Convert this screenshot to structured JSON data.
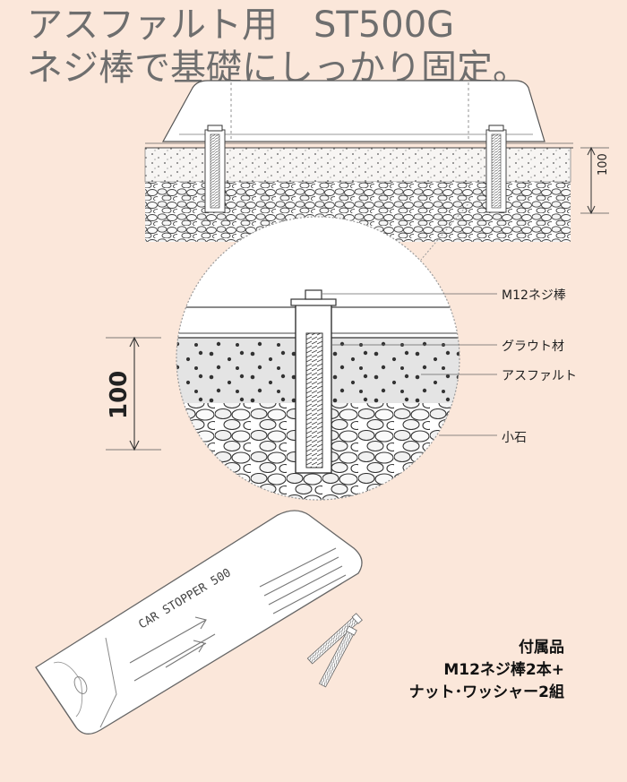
{
  "title": {
    "line1": "アスファルト用　ST500G",
    "line2": "ネジ棒で基礎にしっかり固定。"
  },
  "dimension_top": "100",
  "dimension_detail": "100",
  "labels": {
    "rod": "M12ネジ棒",
    "grout": "グラウト材",
    "asphalt": "アスファルト",
    "stones": "小石"
  },
  "product_marking": "CAR STOPPER 500",
  "accessories": {
    "heading": "付属品",
    "line1": "M12ネジ棒2本+",
    "line2": "ナット･ワッシャー2組"
  }
}
